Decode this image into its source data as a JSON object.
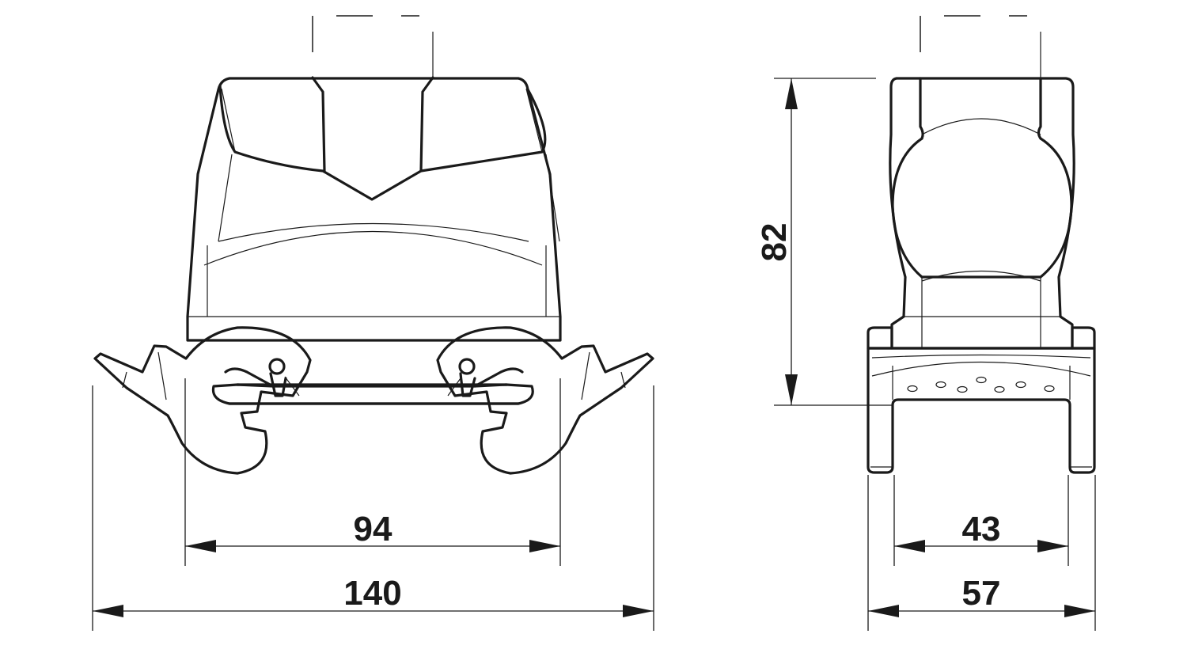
{
  "dimensions": {
    "front_inner_width": "94",
    "front_overall_width": "140",
    "side_height": "82",
    "side_inner_width": "43",
    "side_overall_width": "57"
  }
}
